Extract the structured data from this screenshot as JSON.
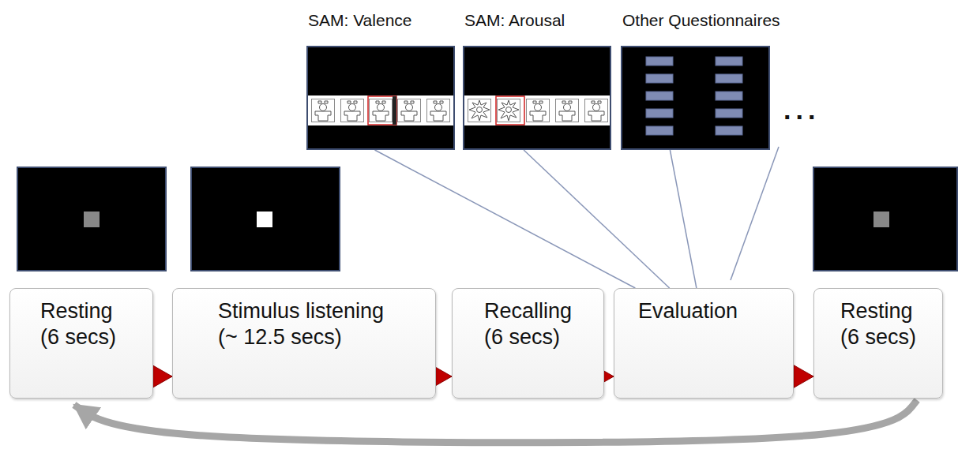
{
  "diagram": {
    "nodes": [
      {
        "text": [
          "SAM: Valence"
        ]
      },
      {
        "text": [
          "SAM: Arousal"
        ]
      },
      {
        "text": [
          "Other Questionnaires"
        ]
      },
      {
        "text": [
          "Resting (6 secs)"
        ]
      },
      {
        "text": [
          "Stimulus listening (~ 12.5 secs)"
        ]
      },
      {
        "text": [
          "Recalling (6 secs)"
        ]
      },
      {
        "text": [
          "Evaluation"
        ]
      },
      {
        "text": [
          "Resting (6 secs)"
        ]
      }
    ],
    "edges": [
      {
        "from": 3,
        "to": 4,
        "arrow": "to"
      },
      {
        "from": 4,
        "to": 5,
        "arrow": "to"
      },
      {
        "from": 5,
        "to": 6,
        "arrow": "to"
      },
      {
        "from": 6,
        "to": 7,
        "arrow": "to"
      },
      {
        "from": 7,
        "to": 3,
        "arrow": "to"
      },
      {
        "from": 0,
        "to": 6,
        "arrow": "none"
      },
      {
        "from": 1,
        "to": 6,
        "arrow": "none"
      },
      {
        "from": 2,
        "to": 6,
        "arrow": "none"
      }
    ],
    "labels": [
      "..."
    ]
  }
}
